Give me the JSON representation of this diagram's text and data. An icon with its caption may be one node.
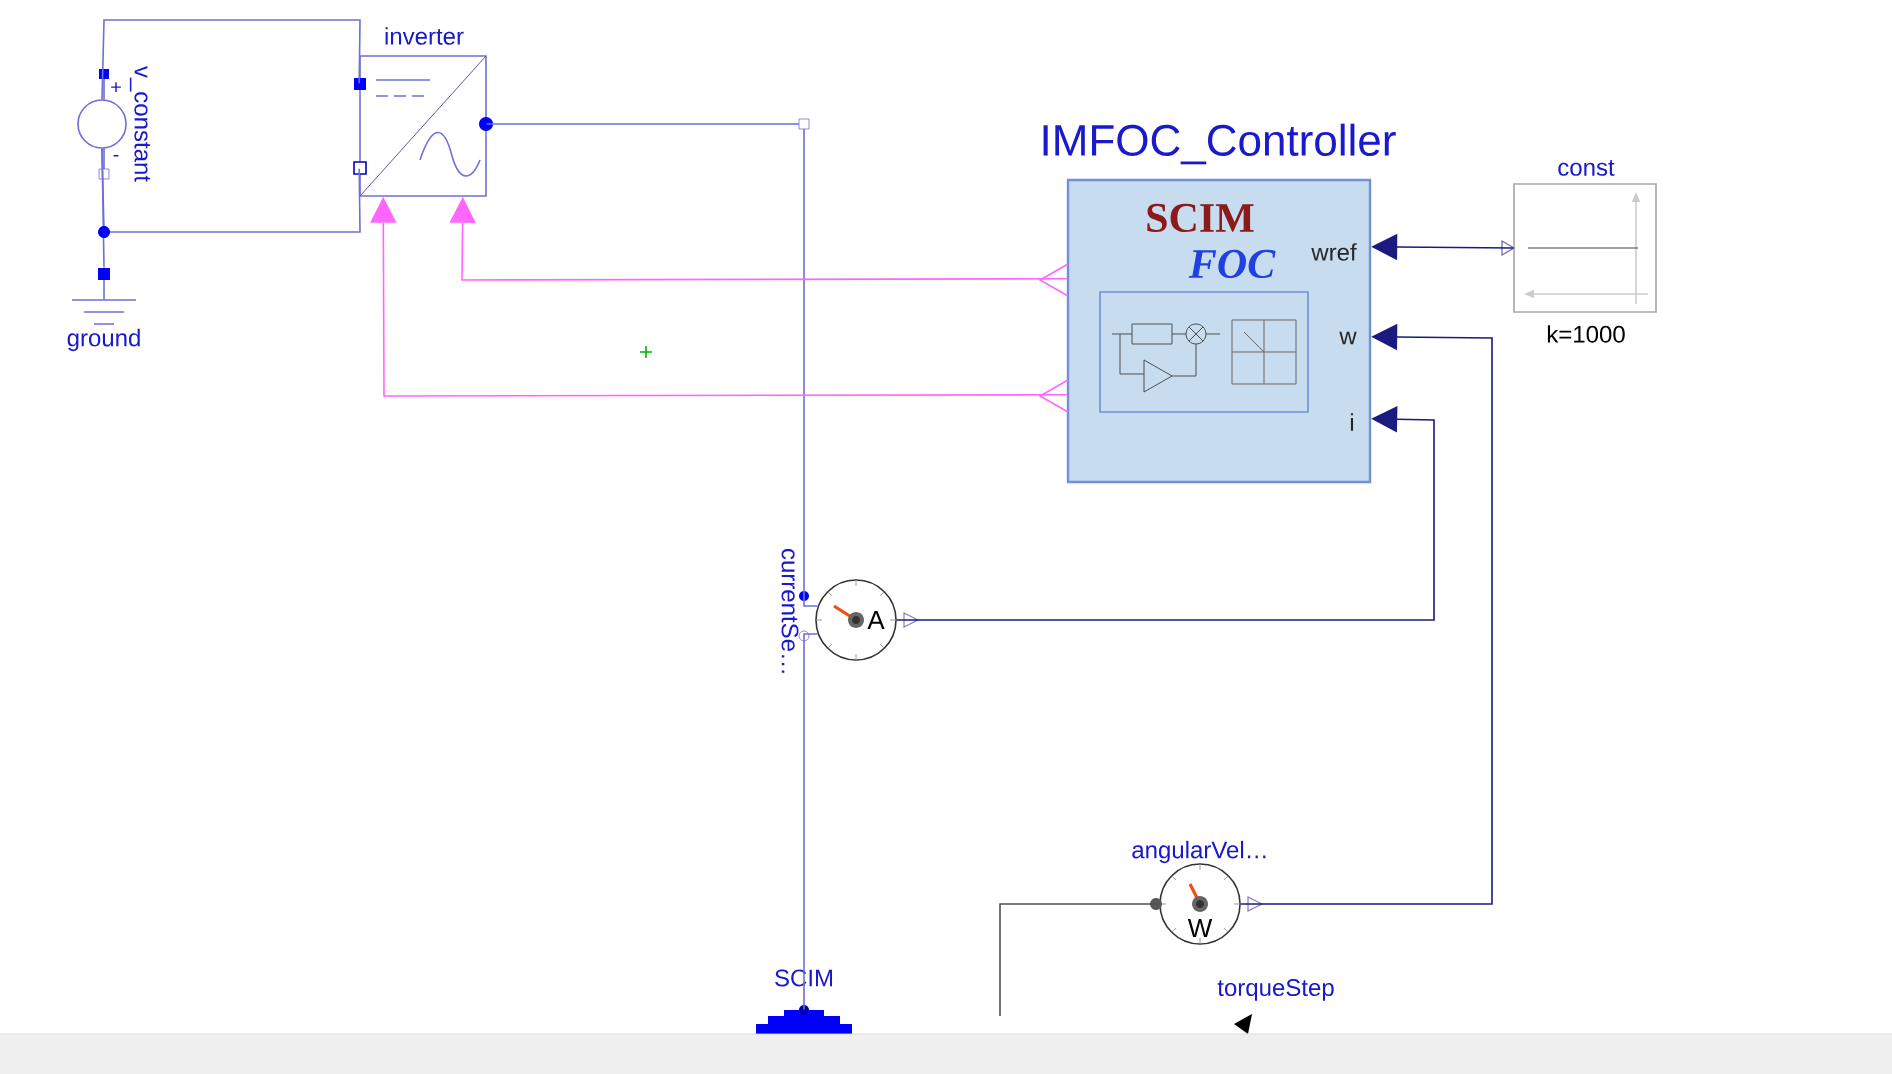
{
  "diagram": {
    "nodes": [
      {
        "text": [
          "v_constant",
          "+",
          "-"
        ]
      },
      {
        "text": [
          "inverter"
        ]
      },
      {
        "text": [
          "ground"
        ]
      },
      {
        "text": [
          "IMFOC_Controller",
          "SCIM",
          "FOC",
          "wref",
          "w",
          "i"
        ]
      },
      {
        "text": [
          "const",
          "k=1000"
        ]
      },
      {
        "text": [
          "currentSe…",
          "A"
        ]
      },
      {
        "text": [
          "angularVel…",
          "W"
        ]
      },
      {
        "text": [
          "SCIM"
        ]
      },
      {
        "text": [
          "torqueStep"
        ]
      }
    ],
    "edges": [
      {
        "from": 0,
        "to": 1,
        "arrow": "none"
      },
      {
        "from": 0,
        "to": 1,
        "arrow": "none"
      },
      {
        "from": 2,
        "to": 0,
        "arrow": "none"
      },
      {
        "from": 1,
        "to": 5,
        "arrow": "none"
      },
      {
        "from": 5,
        "to": 7,
        "arrow": "none"
      },
      {
        "from": 3,
        "to": 1,
        "arrow": "to",
        "color": "#ff66ff"
      },
      {
        "from": 3,
        "to": 1,
        "arrow": "to",
        "color": "#ff66ff"
      },
      {
        "from": 4,
        "to": 3,
        "arrow": "to",
        "color": "#1a1a80"
      },
      {
        "from": 6,
        "to": 3,
        "arrow": "to",
        "color": "#1a1a80"
      },
      {
        "from": 5,
        "to": 3,
        "arrow": "to",
        "color": "#1a1a80"
      },
      {
        "from": null,
        "to": 6,
        "arrow": "none",
        "color": "#505050"
      }
    ]
  }
}
